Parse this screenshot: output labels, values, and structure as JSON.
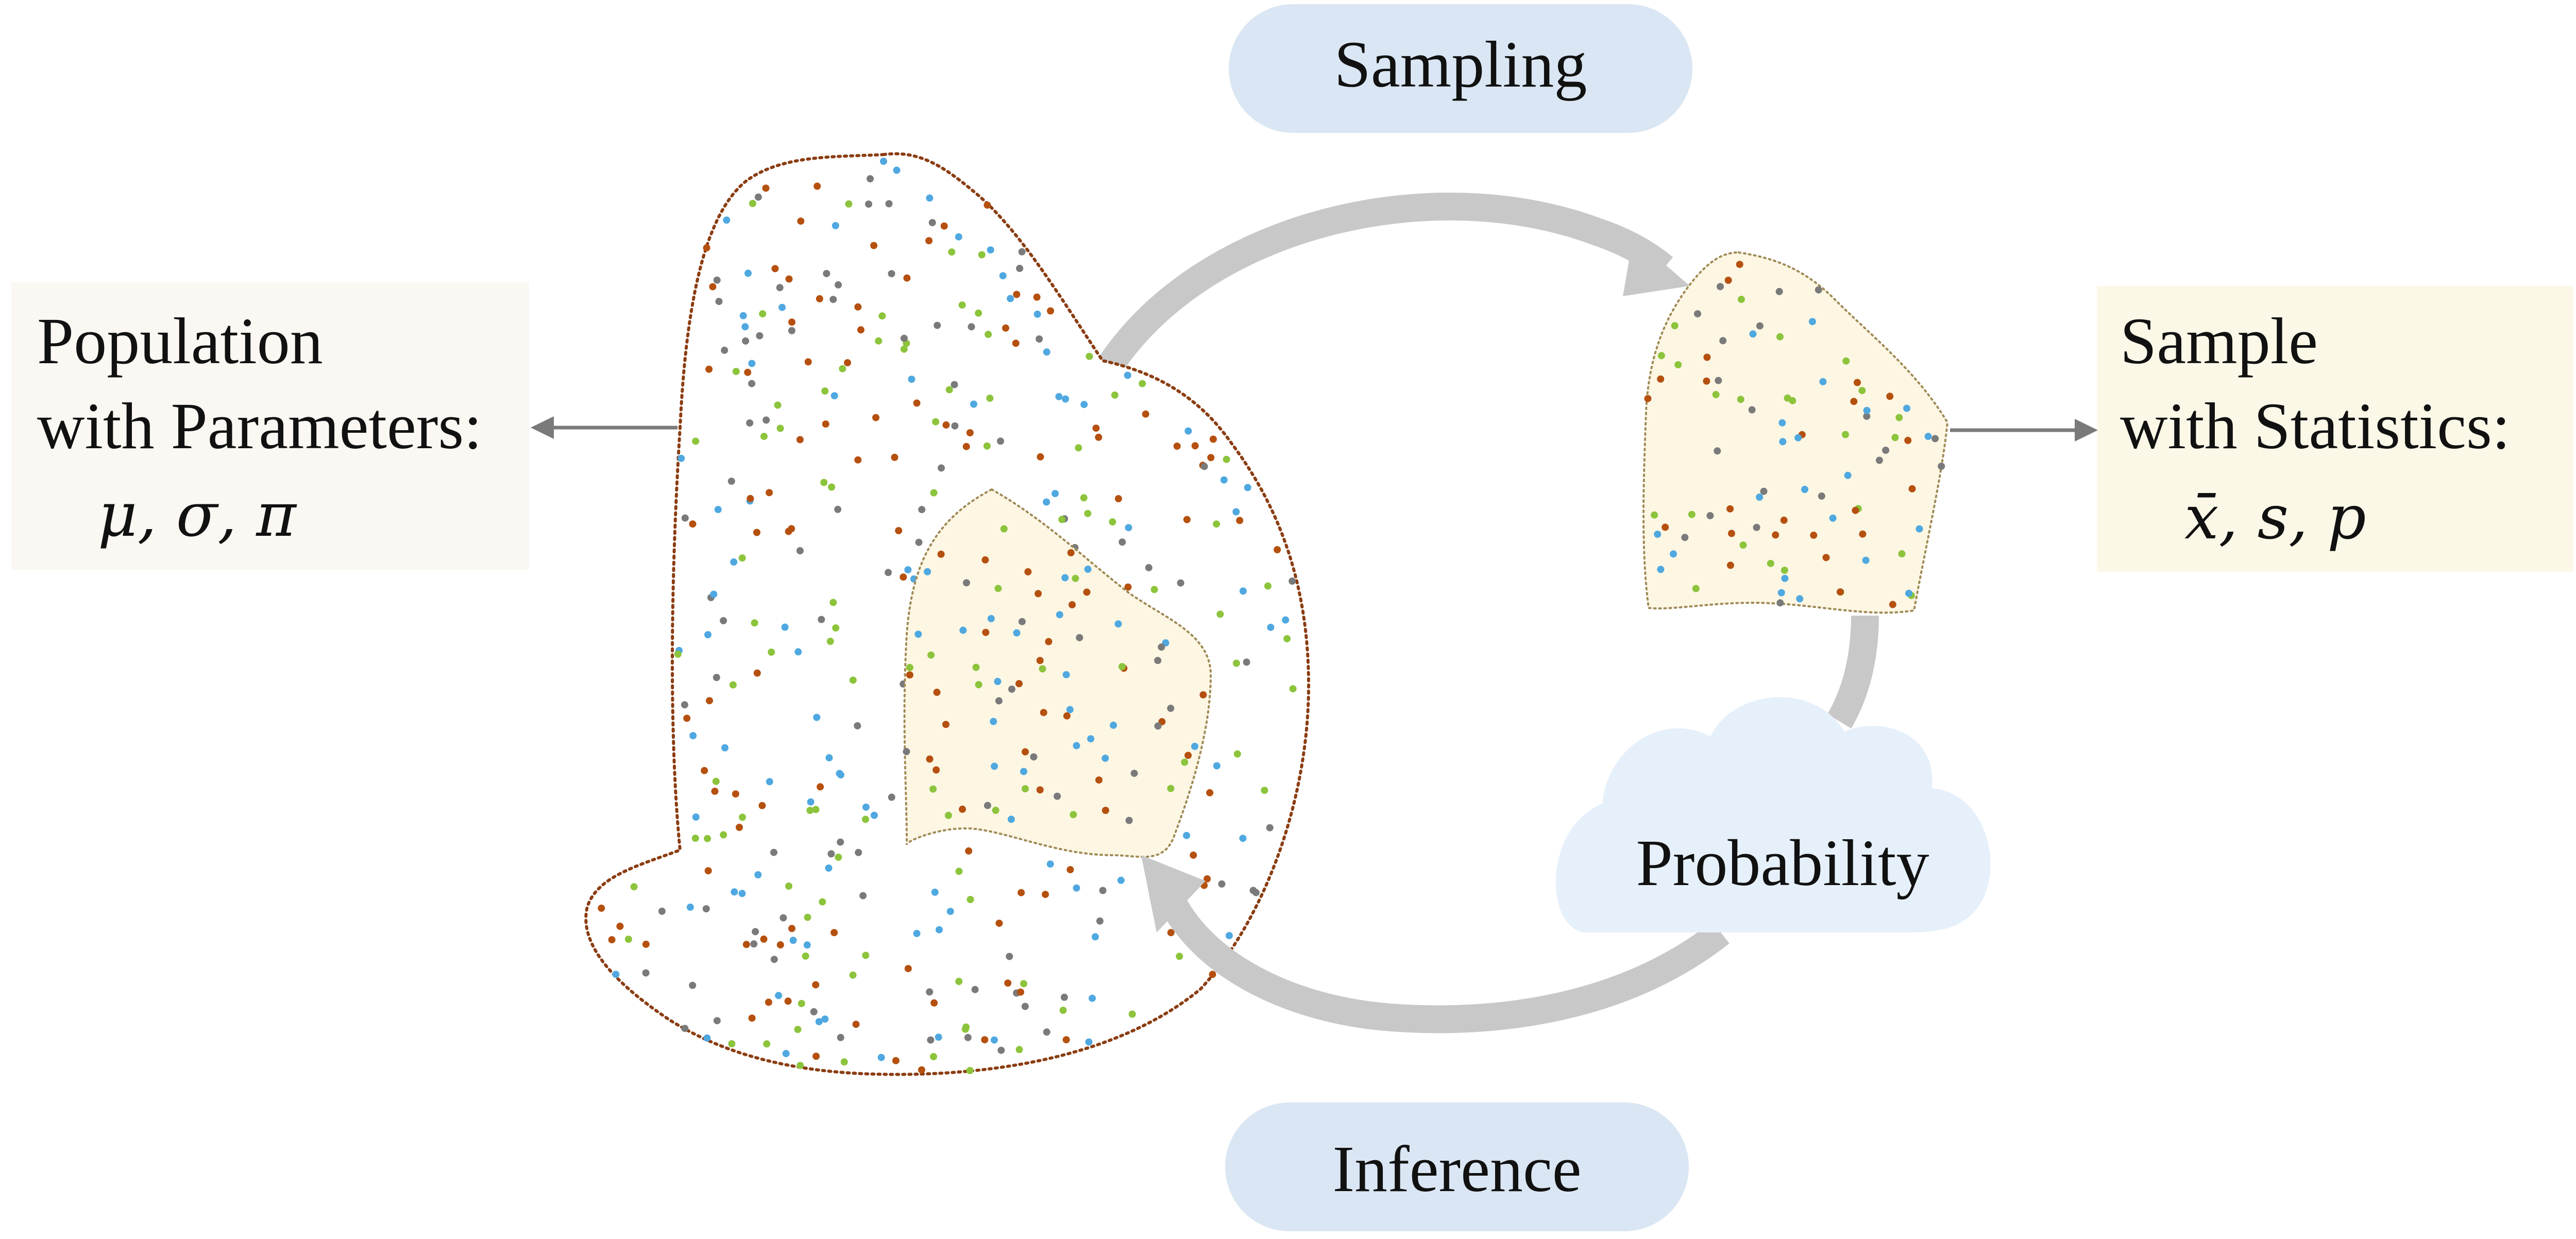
{
  "labels": {
    "sampling": "Sampling",
    "inference": "Inference",
    "probability": "Probability"
  },
  "population_box": {
    "line1": "Population",
    "line2": "with Parameters:",
    "params": "μ, σ, π"
  },
  "sample_box": {
    "line1": "Sample",
    "line2": "with Statistics:",
    "stats": "x̄, s, p"
  },
  "colors": {
    "pill_fill": "#dae6f3",
    "cloud_fill": "#e6f0fa",
    "population_box_fill": "#fbf7f2",
    "sample_box_fill": "#fcf8e8",
    "sample_region_fill": "#fcf6e3",
    "arc": "#c8c8c8",
    "pointer_arrow": "#7a7a7a",
    "population_outline": "#8b3d12",
    "sample_outline": "#a08a55",
    "dot_palette": [
      "#b5500f",
      "#4fa8e0",
      "#8cc43c",
      "#7a7a7a"
    ]
  },
  "icons": {
    "cycle_arrows": "circular-arrow-icon",
    "cloud": "cloud-icon"
  }
}
